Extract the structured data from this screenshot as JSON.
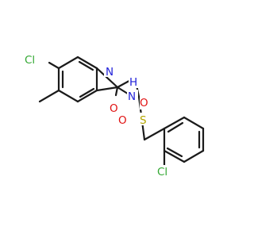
{
  "colors": {
    "bond": "#1a1a1a",
    "chlorine": "#33a833",
    "nitrogen": "#2121d9",
    "oxygen": "#e01010",
    "sulfur": "#b3a600"
  },
  "atoms": {
    "cl_left": "Cl",
    "n_ring": "N",
    "o_ring": "O",
    "nh": "N",
    "h": "H",
    "s": "S",
    "o_sulfonyl_left": "O",
    "o_sulfonyl_right": "O",
    "cl_bottom": "Cl"
  }
}
